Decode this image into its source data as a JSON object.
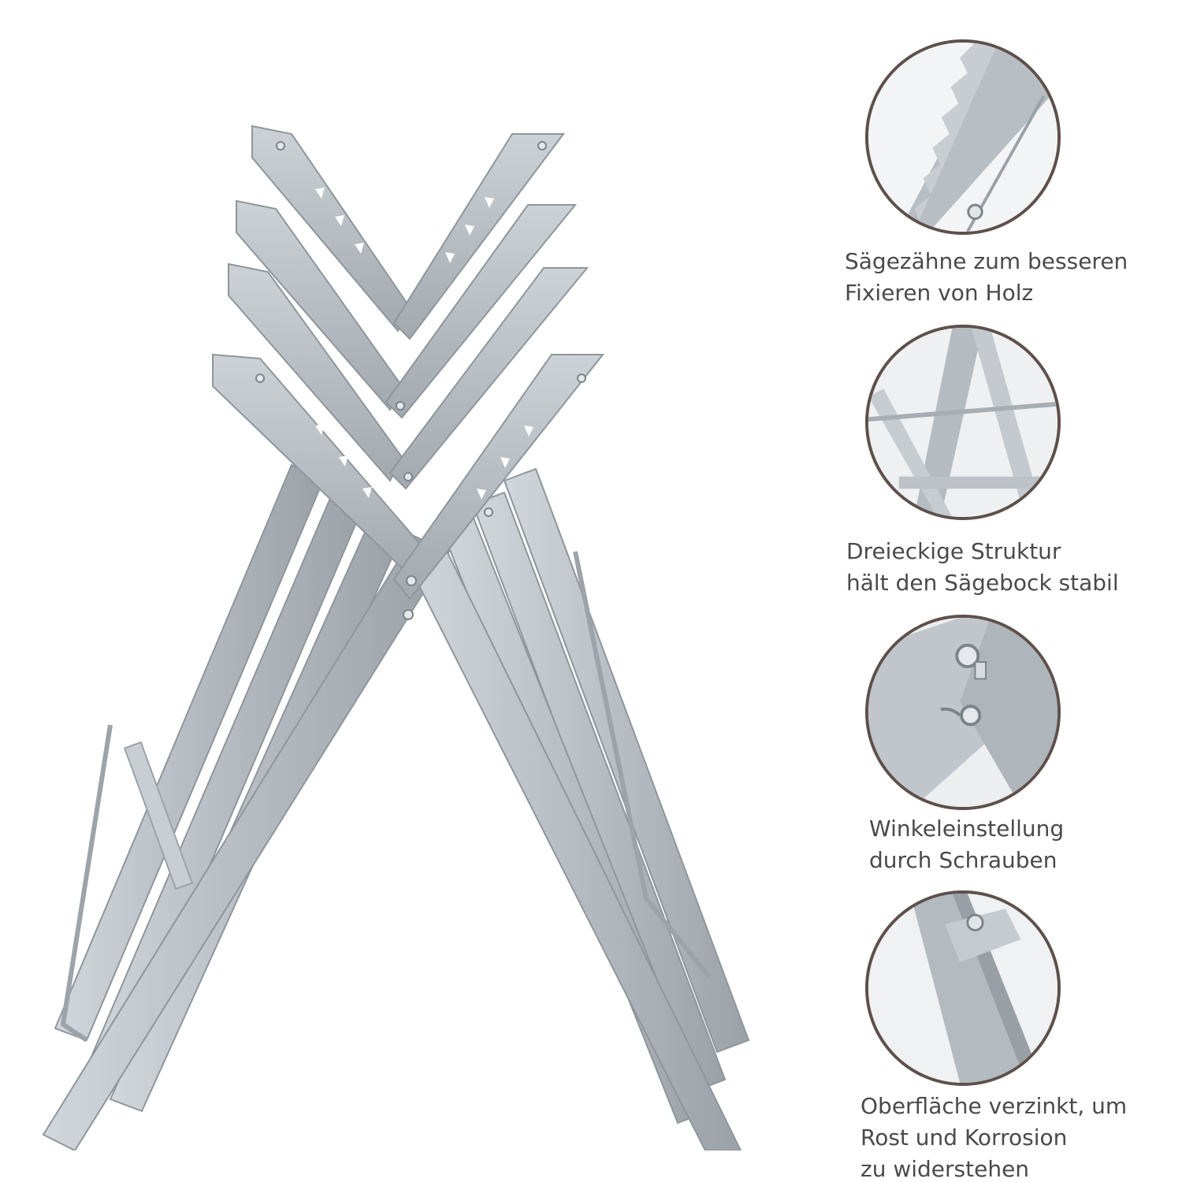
{
  "colors": {
    "circle_border": "#5e504b",
    "steel_light": "#c6ccd1",
    "steel_mid": "#a9b0b6",
    "steel_dark": "#8e959b",
    "caption_text": "#4a4a4a"
  },
  "product": {
    "icon": "sawhorse-icon"
  },
  "features": [
    {
      "icon": "saw-teeth-icon",
      "caption_lines": [
        "Sägezähne zum besseren",
        "Fixieren von Holz"
      ]
    },
    {
      "icon": "triangle-structure-icon",
      "caption_lines": [
        "Dreieckige Struktur",
        "hält den Sägebock stabil"
      ]
    },
    {
      "icon": "bolt-adjustment-icon",
      "caption_lines": [
        "Winkeleinstellung",
        "durch Schrauben"
      ]
    },
    {
      "icon": "galvanized-leg-icon",
      "caption_lines": [
        "Oberfläche verzinkt, um",
        "Rost und Korrosion",
        "zu widerstehen"
      ]
    }
  ]
}
